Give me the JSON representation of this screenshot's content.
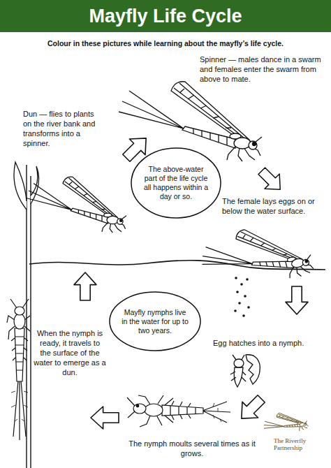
{
  "diagram": {
    "title": "Mayfly Life Cycle",
    "nodes": [
      {
        "text": [
          "The above-water part of the life cycle all happens within a day or so."
        ]
      },
      {
        "text": [
          "Mayfly nymphs live in the water for up to two years."
        ]
      }
    ],
    "labels": [
      "Colour in these pictures while learning about the mayfly’s life cycle.",
      "Spinner — males dance in a swarm and females enter the swarm from above to mate.",
      "Dun — flies to plants on the river bank and transforms into a spinner.",
      "The female lays eggs on or below the water surface.",
      "Egg hatches into a nymph.",
      "The nymph moults several times as it grows.",
      "When the nymph is ready, it travels to the surface of the water to emerge as a dun.",
      "The Riverfly Partnership"
    ]
  }
}
